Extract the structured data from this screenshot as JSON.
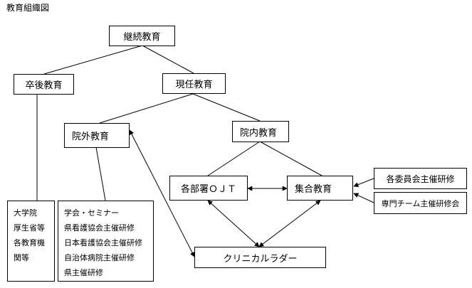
{
  "title": "教育組織図",
  "nodes": {
    "keizoku": "継続教育",
    "sotsugo": "卒後教育",
    "genshoku": "現任教育",
    "ingai": "院外教育",
    "innai": "院内教育",
    "bushoojt": "各部署ＯＪＴ",
    "shugo": "集合教育",
    "iinkai": "各委員会主催研修",
    "senmon": "専門チーム主催研修会",
    "ladder": "クリニカルラダー"
  },
  "lists": {
    "daigaku": [
      "大学院",
      "厚生省等",
      "各教育機",
      "関等"
    ],
    "ingai_items": [
      "学会・セミナー",
      "県看護協会主催研修",
      "日本看護協会主催研修",
      "自治体病院主催研修",
      "県主催研修"
    ]
  }
}
